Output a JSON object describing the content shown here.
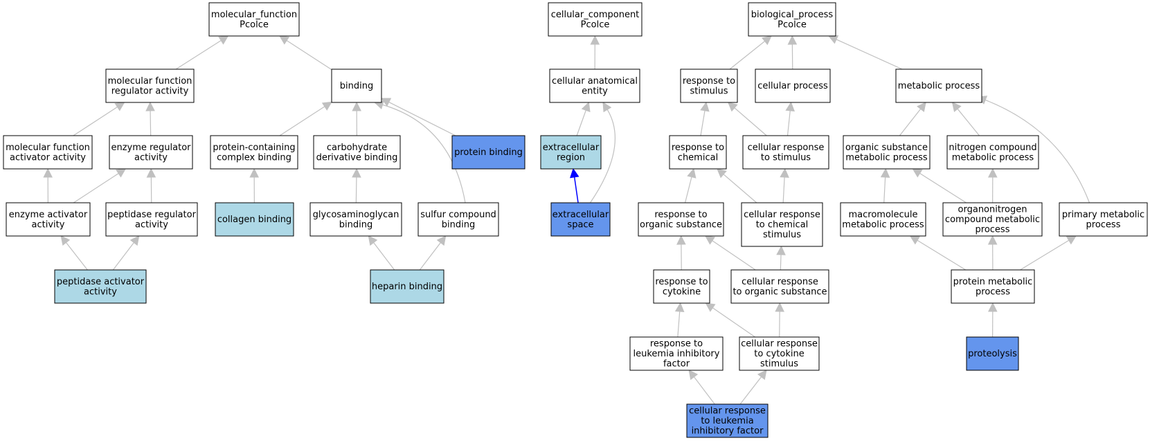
{
  "colors": {
    "edge": "#c0c0c0",
    "highlight_edge": "#0000ff",
    "node_default": "#ffffff",
    "node_light": "#add8e6",
    "node_dark": "#6495ed",
    "border": "#000000"
  },
  "nodes": [
    {
      "id": "mf",
      "lines": [
        "molecular_function",
        "Pcolce"
      ],
      "fill": "default"
    },
    {
      "id": "mfra",
      "lines": [
        "molecular function",
        "regulator activity"
      ],
      "fill": "default"
    },
    {
      "id": "binding",
      "lines": [
        "binding"
      ],
      "fill": "default"
    },
    {
      "id": "mfaa",
      "lines": [
        "molecular function",
        "activator activity"
      ],
      "fill": "default"
    },
    {
      "id": "era",
      "lines": [
        "enzyme regulator",
        "activity"
      ],
      "fill": "default"
    },
    {
      "id": "pccb",
      "lines": [
        "protein-containing",
        "complex binding"
      ],
      "fill": "default"
    },
    {
      "id": "cdb",
      "lines": [
        "carbohydrate",
        "derivative binding"
      ],
      "fill": "default"
    },
    {
      "id": "pb",
      "lines": [
        "protein binding"
      ],
      "fill": "dark"
    },
    {
      "id": "eaa",
      "lines": [
        "enzyme activator",
        "activity"
      ],
      "fill": "default"
    },
    {
      "id": "pra",
      "lines": [
        "peptidase regulator",
        "activity"
      ],
      "fill": "default"
    },
    {
      "id": "colb",
      "lines": [
        "collagen binding"
      ],
      "fill": "light"
    },
    {
      "id": "gagb",
      "lines": [
        "glycosaminoglycan",
        "binding"
      ],
      "fill": "default"
    },
    {
      "id": "scb",
      "lines": [
        "sulfur compound",
        "binding"
      ],
      "fill": "default"
    },
    {
      "id": "paa",
      "lines": [
        "peptidase activator",
        "activity"
      ],
      "fill": "light"
    },
    {
      "id": "hb",
      "lines": [
        "heparin binding"
      ],
      "fill": "light"
    },
    {
      "id": "cc",
      "lines": [
        "cellular_component",
        "Pcolce"
      ],
      "fill": "default"
    },
    {
      "id": "cae",
      "lines": [
        "cellular anatomical",
        "entity"
      ],
      "fill": "default"
    },
    {
      "id": "er",
      "lines": [
        "extracellular",
        "region"
      ],
      "fill": "light"
    },
    {
      "id": "es",
      "lines": [
        "extracellular",
        "space"
      ],
      "fill": "dark"
    },
    {
      "id": "bp",
      "lines": [
        "biological_process",
        "Pcolce"
      ],
      "fill": "default"
    },
    {
      "id": "rts",
      "lines": [
        "response to",
        "stimulus"
      ],
      "fill": "default"
    },
    {
      "id": "cp",
      "lines": [
        "cellular process"
      ],
      "fill": "default"
    },
    {
      "id": "mp",
      "lines": [
        "metabolic process"
      ],
      "fill": "default"
    },
    {
      "id": "rtc",
      "lines": [
        "response to",
        "chemical"
      ],
      "fill": "default"
    },
    {
      "id": "crts",
      "lines": [
        "cellular response",
        "to stimulus"
      ],
      "fill": "default"
    },
    {
      "id": "osmp",
      "lines": [
        "organic substance",
        "metabolic process"
      ],
      "fill": "default"
    },
    {
      "id": "ncmp",
      "lines": [
        "nitrogen compound",
        "metabolic process"
      ],
      "fill": "default"
    },
    {
      "id": "rtos",
      "lines": [
        "response to",
        "organic substance"
      ],
      "fill": "default"
    },
    {
      "id": "crcs",
      "lines": [
        "cellular response",
        "to chemical",
        "stimulus"
      ],
      "fill": "default"
    },
    {
      "id": "mmp",
      "lines": [
        "macromolecule",
        "metabolic process"
      ],
      "fill": "default"
    },
    {
      "id": "oncmp",
      "lines": [
        "organonitrogen",
        "compound metabolic",
        "process"
      ],
      "fill": "default"
    },
    {
      "id": "pmp",
      "lines": [
        "primary metabolic",
        "process"
      ],
      "fill": "default"
    },
    {
      "id": "rtcy",
      "lines": [
        "response to",
        "cytokine"
      ],
      "fill": "default"
    },
    {
      "id": "crtos",
      "lines": [
        "cellular response",
        "to organic substance"
      ],
      "fill": "default"
    },
    {
      "id": "prmp",
      "lines": [
        "protein metabolic",
        "process"
      ],
      "fill": "default"
    },
    {
      "id": "rtlif",
      "lines": [
        "response to",
        "leukemia inhibitory",
        "factor"
      ],
      "fill": "default"
    },
    {
      "id": "crtcs",
      "lines": [
        "cellular response",
        "to cytokine",
        "stimulus"
      ],
      "fill": "default"
    },
    {
      "id": "proteolysis",
      "lines": [
        "proteolysis"
      ],
      "fill": "dark"
    },
    {
      "id": "crlif",
      "lines": [
        "cellular response",
        "to leukemia",
        "inhibitory factor"
      ],
      "fill": "dark"
    }
  ],
  "edges": [
    {
      "from": "mfra",
      "to": "mf"
    },
    {
      "from": "binding",
      "to": "mf"
    },
    {
      "from": "mfaa",
      "to": "mfra"
    },
    {
      "from": "era",
      "to": "mfra"
    },
    {
      "from": "eaa",
      "to": "mfaa"
    },
    {
      "from": "eaa",
      "to": "era"
    },
    {
      "from": "pra",
      "to": "era"
    },
    {
      "from": "paa",
      "to": "eaa"
    },
    {
      "from": "paa",
      "to": "pra"
    },
    {
      "from": "pccb",
      "to": "binding"
    },
    {
      "from": "cdb",
      "to": "binding"
    },
    {
      "from": "pb",
      "to": "binding"
    },
    {
      "from": "scb",
      "to": "binding",
      "curve": true
    },
    {
      "from": "colb",
      "to": "pccb"
    },
    {
      "from": "gagb",
      "to": "cdb"
    },
    {
      "from": "hb",
      "to": "gagb"
    },
    {
      "from": "hb",
      "to": "scb"
    },
    {
      "from": "cae",
      "to": "cc"
    },
    {
      "from": "er",
      "to": "cae"
    },
    {
      "from": "es",
      "to": "er",
      "highlight": true
    },
    {
      "from": "es",
      "to": "cae",
      "curve": true
    },
    {
      "from": "rts",
      "to": "bp"
    },
    {
      "from": "cp",
      "to": "bp"
    },
    {
      "from": "mp",
      "to": "bp"
    },
    {
      "from": "rtc",
      "to": "rts"
    },
    {
      "from": "crts",
      "to": "rts"
    },
    {
      "from": "crts",
      "to": "cp"
    },
    {
      "from": "rtos",
      "to": "rtc"
    },
    {
      "from": "crcs",
      "to": "rtc"
    },
    {
      "from": "crcs",
      "to": "crts"
    },
    {
      "from": "rtcy",
      "to": "rtos"
    },
    {
      "from": "crtos",
      "to": "rtos"
    },
    {
      "from": "crtos",
      "to": "crcs"
    },
    {
      "from": "rtlif",
      "to": "rtcy"
    },
    {
      "from": "crtcs",
      "to": "rtcy"
    },
    {
      "from": "crtcs",
      "to": "crtos"
    },
    {
      "from": "crlif",
      "to": "rtlif"
    },
    {
      "from": "crlif",
      "to": "crtcs"
    },
    {
      "from": "osmp",
      "to": "mp"
    },
    {
      "from": "ncmp",
      "to": "mp"
    },
    {
      "from": "pmp",
      "to": "mp",
      "curve": true
    },
    {
      "from": "mmp",
      "to": "osmp"
    },
    {
      "from": "oncmp",
      "to": "osmp"
    },
    {
      "from": "oncmp",
      "to": "ncmp"
    },
    {
      "from": "prmp",
      "to": "mmp"
    },
    {
      "from": "prmp",
      "to": "oncmp"
    },
    {
      "from": "prmp",
      "to": "pmp"
    },
    {
      "from": "proteolysis",
      "to": "prmp"
    }
  ]
}
